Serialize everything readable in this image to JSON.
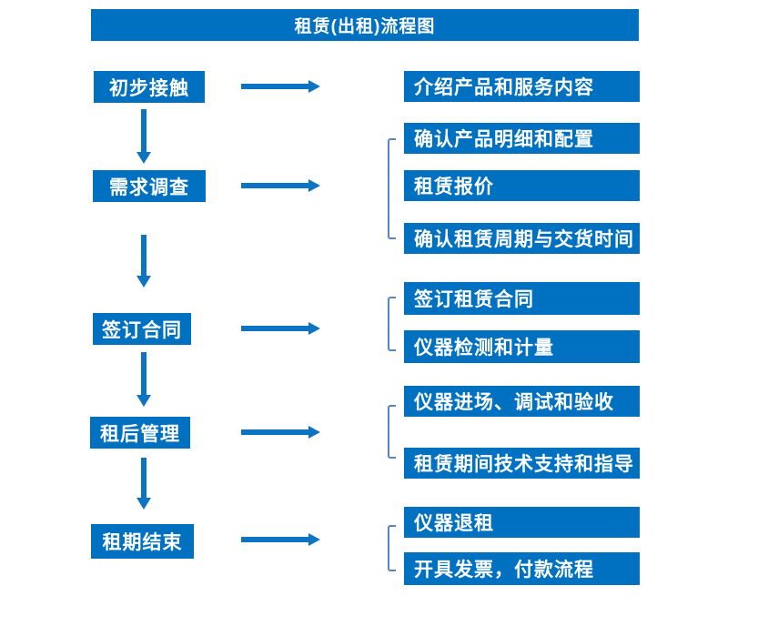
{
  "title": "租赁(出租)流程图",
  "colors": {
    "primary_blue": "#0070C0",
    "arrow_blue": "#0D74C4",
    "bracket_blue": "#5B84BD",
    "text_white": "#FFFFFF"
  },
  "flow": {
    "stages": [
      {
        "label": "初步接触"
      },
      {
        "label": "需求调查"
      },
      {
        "label": "签订合同"
      },
      {
        "label": "租后管理"
      },
      {
        "label": "租期结束"
      }
    ],
    "details": [
      {
        "label": "介绍产品和服务内容"
      },
      {
        "label": "确认产品明细和配置"
      },
      {
        "label": "租赁报价"
      },
      {
        "label": "确认租赁周期与交货时间"
      },
      {
        "label": "签订租赁合同"
      },
      {
        "label": "仪器检测和计量"
      },
      {
        "label": "仪器进场、调试和验收"
      },
      {
        "label": "租赁期间技术支持和指导"
      },
      {
        "label": "仪器退租"
      },
      {
        "label": "开具发票，付款流程"
      }
    ],
    "stage_links": [
      {
        "stage": "初步接触",
        "details": [
          "介绍产品和服务内容"
        ]
      },
      {
        "stage": "需求调查",
        "details": [
          "确认产品明细和配置",
          "租赁报价",
          "确认租赁周期与交货时间"
        ]
      },
      {
        "stage": "签订合同",
        "details": [
          "签订租赁合同",
          "仪器检测和计量"
        ]
      },
      {
        "stage": "租后管理",
        "details": [
          "仪器进场、调试和验收",
          "租赁期间技术支持和指导"
        ]
      },
      {
        "stage": "租期结束",
        "details": [
          "仪器退租",
          "开具发票，付款流程"
        ]
      }
    ]
  }
}
